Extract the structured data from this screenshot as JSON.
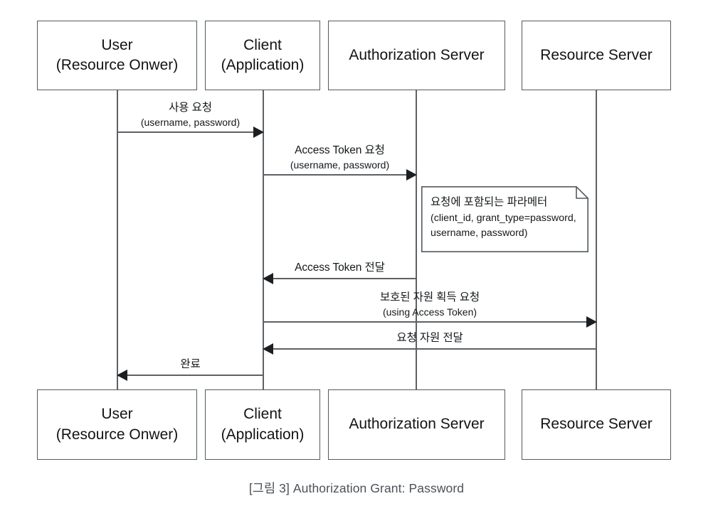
{
  "diagram": {
    "type": "uml-sequence-diagram",
    "title": "Authorization Grant: Password",
    "participants": [
      {
        "id": "user",
        "line1": "User",
        "line2": "(Resource Onwer)"
      },
      {
        "id": "client",
        "line1": "Client",
        "line2": "(Application)"
      },
      {
        "id": "auth_server",
        "line1": "Authorization Server",
        "line2": ""
      },
      {
        "id": "resource_server",
        "line1": "Resource Server",
        "line2": ""
      }
    ],
    "messages": [
      {
        "id": "msg-1",
        "from": "user",
        "to": "client",
        "direction": "right",
        "label_main": "사용 요청",
        "label_sub": "(username, password)"
      },
      {
        "id": "msg-2",
        "from": "client",
        "to": "auth_server",
        "direction": "right",
        "label_main": "Access Token 요청",
        "label_sub": "(username, password)"
      },
      {
        "id": "msg-3",
        "from": "auth_server",
        "to": "client",
        "direction": "left",
        "label_main": "Access Token 전달",
        "label_sub": ""
      },
      {
        "id": "msg-4",
        "from": "client",
        "to": "resource_server",
        "direction": "right",
        "label_main": "보호된 자원 획득 요청",
        "label_sub": "(using Access Token)"
      },
      {
        "id": "msg-5",
        "from": "resource_server",
        "to": "client",
        "direction": "left",
        "label_main": "요청 자원 전달",
        "label_sub": ""
      },
      {
        "id": "msg-6",
        "from": "client",
        "to": "user",
        "direction": "left",
        "label_main": "완료",
        "label_sub": ""
      }
    ],
    "note": {
      "id": "note-request-params",
      "attached_to": "auth_server",
      "line1": "요청에 포함되는 파라메터",
      "line2": "(client_id, grant_type=password,",
      "line3": "username, password)"
    },
    "caption": "[그림 3]  Authorization Grant: Password",
    "colors": {
      "box_border": "#555a5e",
      "lifeline": "#5d6165",
      "arrow_head": "#1c1f22",
      "text": "#15181a",
      "caption_text": "#4c5156",
      "background": "#ffffff"
    }
  }
}
